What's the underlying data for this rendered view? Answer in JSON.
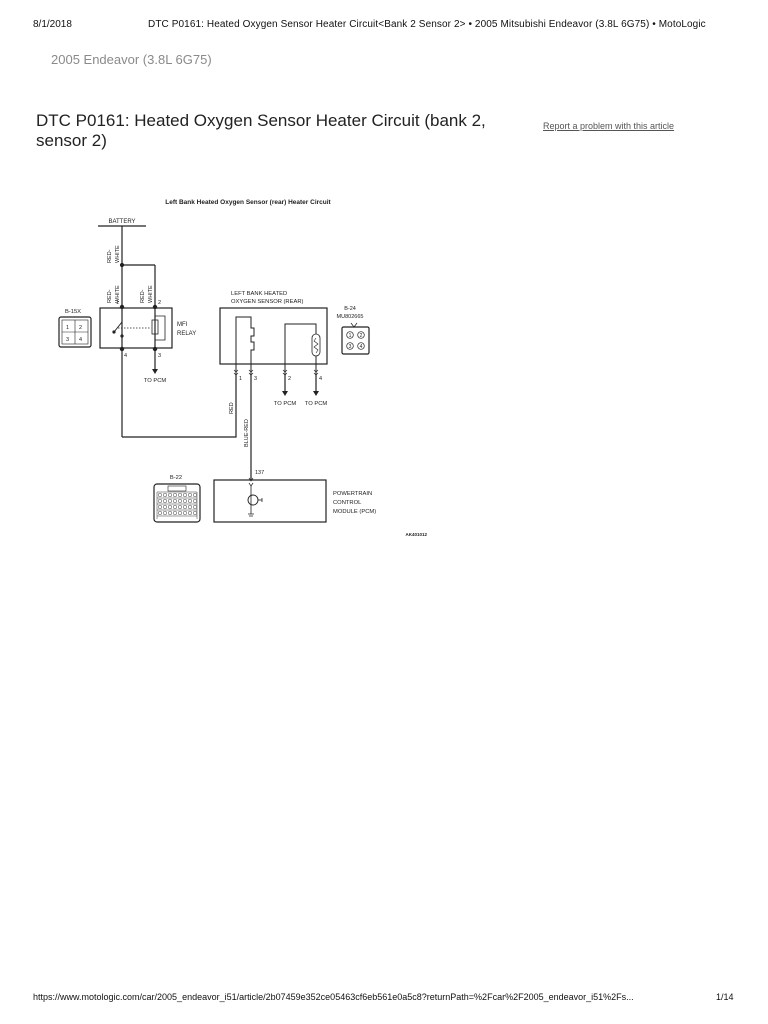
{
  "print_header": {
    "date": "8/1/2018",
    "title": "DTC P0161: Heated Oxygen Sensor Heater Circuit<Bank 2 Sensor 2> • 2005 Mitsubishi Endeavor (3.8L 6G75) • MotoLogic"
  },
  "breadcrumb": "2005 Endeavor (3.8L 6G75)",
  "article": {
    "title": "DTC P0161: Heated Oxygen Sensor Heater Circuit (bank 2, sensor 2)",
    "report_link": "Report a problem with this article"
  },
  "diagram": {
    "title": "Left Bank Heated Oxygen Sensor (rear) Heater Circuit",
    "battery": "BATTERY",
    "wire_red_white": "RED-",
    "wire_red_white_2": "WHITE",
    "relay": {
      "connector": "B-15X",
      "label_line1": "MFI",
      "label_line2": "RELAY",
      "pins": [
        "1",
        "2",
        "3",
        "4"
      ],
      "to_pcm": "TO PCM"
    },
    "sensor": {
      "label_line1": "LEFT BANK HEATED",
      "label_line2": "OXYGEN SENSOR (REAR)",
      "connector": "B-24",
      "part_number": "MU802665",
      "pins": [
        "1",
        "3",
        "2",
        "4"
      ],
      "to_pcm_1": "TO PCM",
      "to_pcm_2": "TO PCM"
    },
    "wire_red": "RED",
    "wire_blue_red": "BLUE-RED",
    "pcm": {
      "connector": "B-22",
      "pin": "137",
      "label_line1": "POWERTRAIN",
      "label_line2": "CONTROL",
      "label_line3": "MODULE (PCM)"
    },
    "figure_id": "AK401012"
  },
  "print_footer": {
    "url": "https://www.motologic.com/car/2005_endeavor_i51/article/2b07459e352ce05463cf6eb561e0a5c8?returnPath=%2Fcar%2F2005_endeavor_i51%2Fs...",
    "page": "1/14"
  }
}
